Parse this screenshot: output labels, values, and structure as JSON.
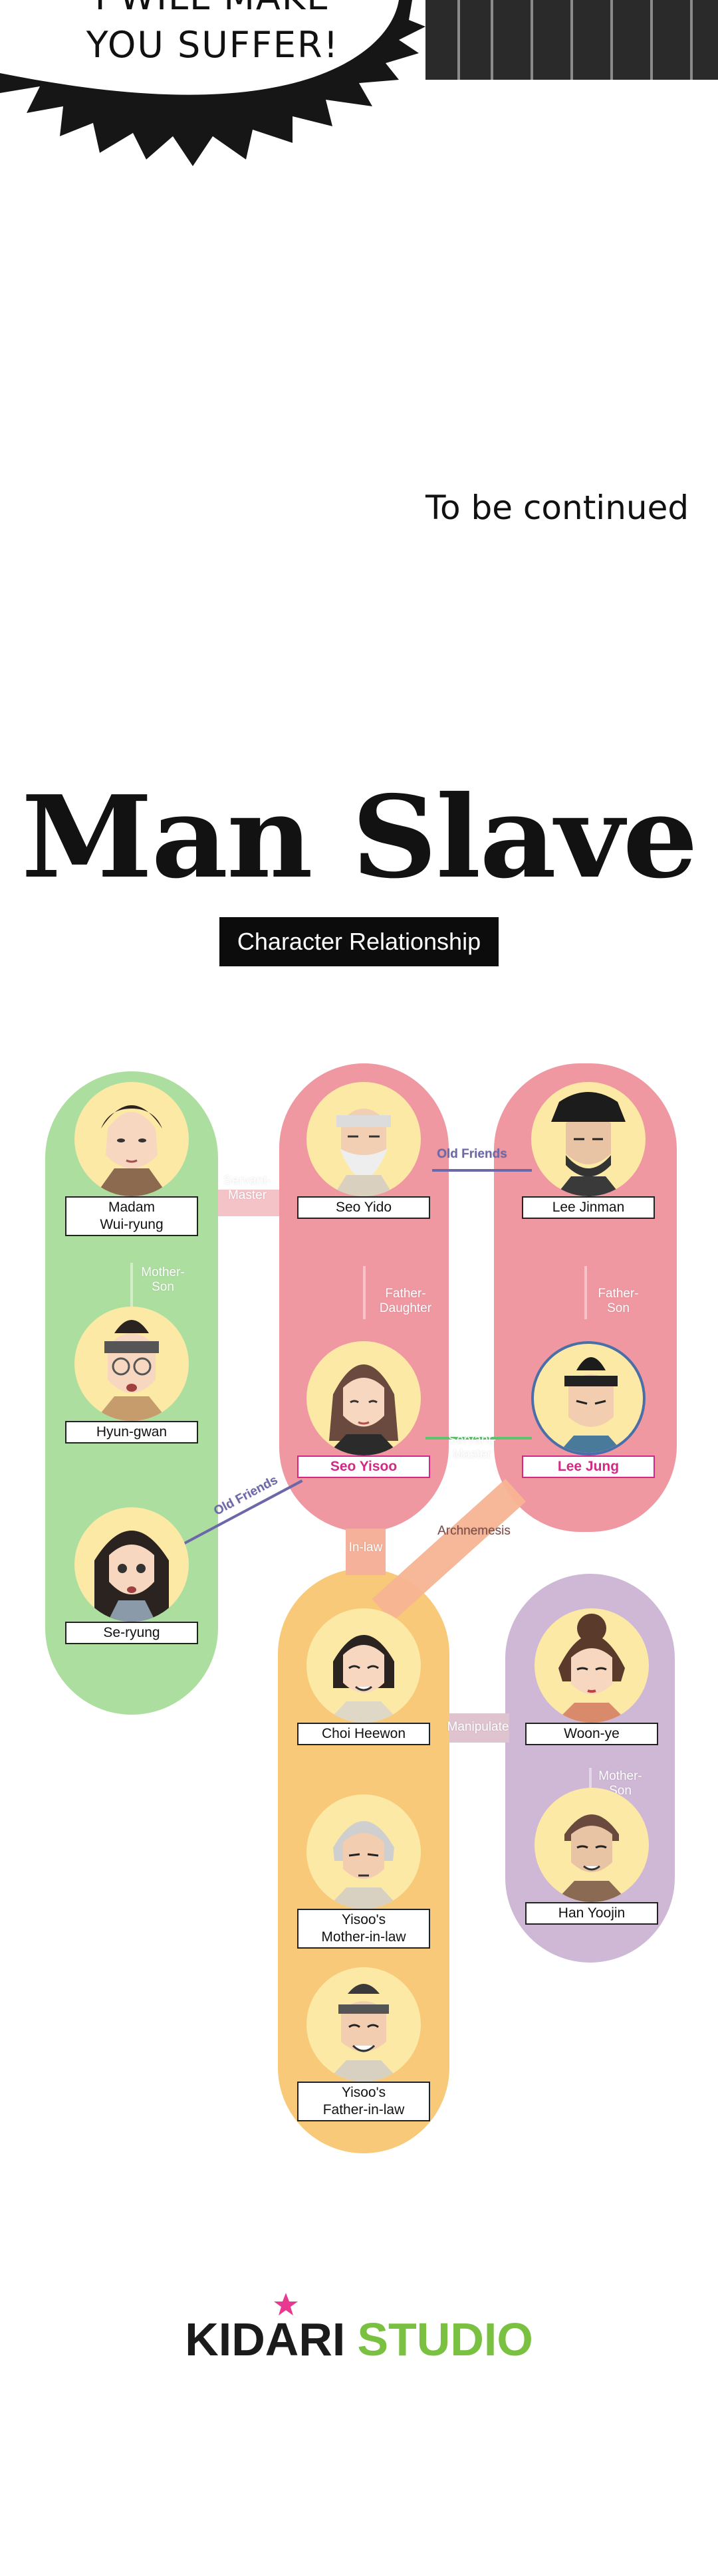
{
  "comic": {
    "bubble_line1": "I WILL MAKE",
    "bubble_line2": "YOU SUFFER!",
    "continued": "To be continued"
  },
  "title": "Man Slave",
  "subtitle": "Character Relationship",
  "characters": {
    "madam": "Madam\nWui-ryung",
    "hyun_gwan": "Hyun-gwan",
    "se_ryung": "Se-ryung",
    "seo_yido": "Seo Yido",
    "seo_yisoo": "Seo Yisoo",
    "lee_jinman": "Lee Jinman",
    "lee_jung": "Lee Jung",
    "choi_heewon": "Choi Heewon",
    "mother_in_law": "Yisoo's\nMother-in-law",
    "father_in_law": "Yisoo's\nFather-in-law",
    "woon_ye": "Woon-ye",
    "han_yoojin": "Han Yoojin"
  },
  "relations": {
    "servant_master_1": "Servant-\nMaster",
    "old_friends_1": "Old Friends",
    "mother_son_1": "Mother-\nSon",
    "father_daughter": "Father-\nDaughter",
    "father_son": "Father-\nSon",
    "servant_master_2": "Servant-\nMaster",
    "old_friends_2": "Old Friends",
    "in_law": "In-law",
    "archnemesis": "Archnemesis",
    "manipulate": "Manipulate",
    "mother_son_2": "Mother-\nSon"
  },
  "logo": {
    "part1": "KIDARI",
    "part2": "STUDIO"
  },
  "colors": {
    "green_group": "#acdf9f",
    "red_group": "#f098a2",
    "orange_group": "#f8c978",
    "purple_group": "#cfb7d6",
    "portrait_bg": "#fde9a6",
    "highlight_name": "#d02a86",
    "logo_green": "#7ac142",
    "logo_star": "#e8388f"
  }
}
